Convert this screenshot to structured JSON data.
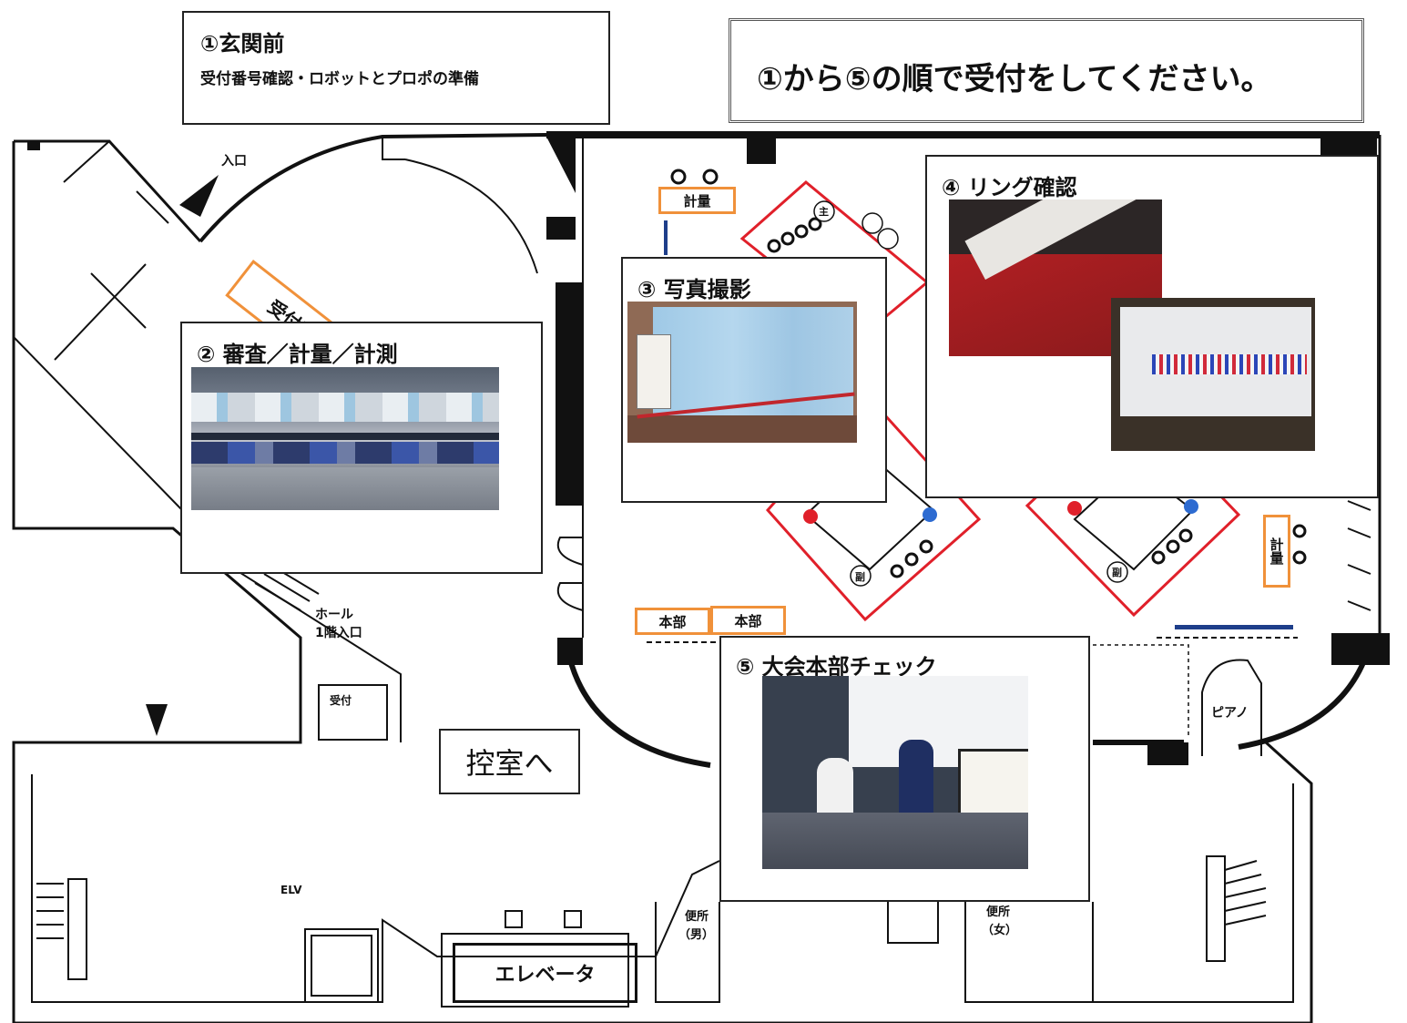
{
  "steps": {
    "s1": {
      "title": "①玄関前",
      "subtitle": "受付番号確認・ロボットとプロポの準備"
    },
    "s2": {
      "title": "② 審査／計量／計測"
    },
    "s3": {
      "title": "③ 写真撮影"
    },
    "s4": {
      "title": "④ リング確認"
    },
    "s5": {
      "title": "⑤ 大会本部チェック"
    }
  },
  "instruction": "①から⑤の順で受付をしてください。",
  "map_labels": {
    "entrance": "入口",
    "reception_desk": "受付審査",
    "weigh_1": "計量",
    "weigh_2": "計量",
    "hq_1": "本部",
    "hq_2": "本部",
    "hall_entrance_line1": "ホール",
    "hall_entrance_line2": "1階入口",
    "reception": "受付",
    "waiting_room": "控室へ",
    "elv": "ELV",
    "elevator": "エレベータ",
    "toilet_m_line1": "便所",
    "toilet_m_line2": "（男）",
    "toilet_f_line1": "便所",
    "toilet_f_line2": "（女）",
    "piano": "ピアノ",
    "main_mark": "主",
    "sub_mark": "副"
  },
  "colors": {
    "ring_border": "#e0202a",
    "desk_border": "#f0913a",
    "red_corner": "#e0202a",
    "blue_corner": "#2d6bd1"
  },
  "icons": {
    "entrance_arrow": "triangle-arrow-icon",
    "stairs": "stairs-icon"
  }
}
